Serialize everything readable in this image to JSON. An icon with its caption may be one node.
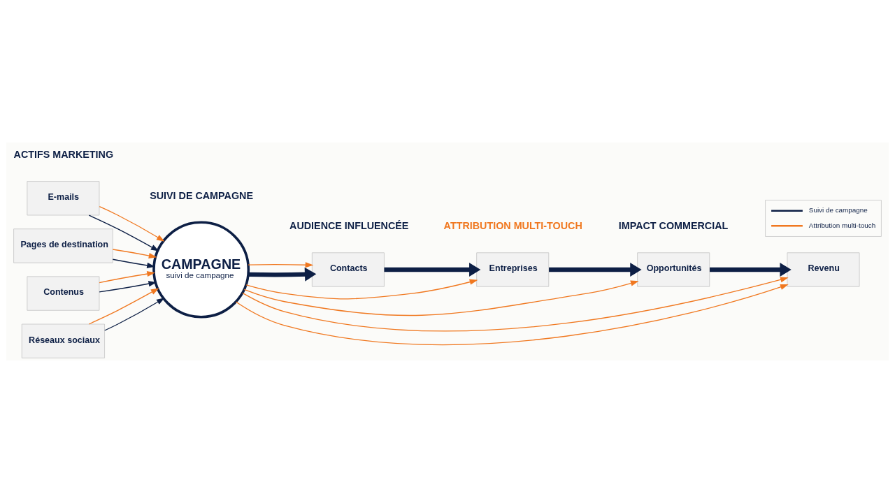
{
  "diagram": {
    "nodes": [
      {
        "text": [
          "E-mails"
        ]
      },
      {
        "text": [
          "Pages de destination"
        ]
      },
      {
        "text": [
          "Contenus"
        ]
      },
      {
        "text": [
          "Réseaux sociaux"
        ]
      },
      {
        "text": [
          "CAMPAGNE",
          "suivi de campagne"
        ]
      },
      {
        "text": [
          "Contacts"
        ]
      },
      {
        "text": [
          "Entreprises"
        ]
      },
      {
        "text": [
          "Opportunités"
        ]
      },
      {
        "text": [
          "Revenu"
        ]
      }
    ],
    "edges": [
      {
        "from": 0,
        "to": 4,
        "arrow": "to",
        "color": "#0d1f45"
      },
      {
        "from": 0,
        "to": 4,
        "arrow": "to",
        "color": "#f07820"
      },
      {
        "from": 1,
        "to": 4,
        "arrow": "to",
        "color": "#0d1f45"
      },
      {
        "from": 1,
        "to": 4,
        "arrow": "to",
        "color": "#f07820"
      },
      {
        "from": 2,
        "to": 4,
        "arrow": "to",
        "color": "#0d1f45"
      },
      {
        "from": 2,
        "to": 4,
        "arrow": "to",
        "color": "#f07820"
      },
      {
        "from": 3,
        "to": 4,
        "arrow": "to",
        "color": "#0d1f45"
      },
      {
        "from": 3,
        "to": 4,
        "arrow": "to",
        "color": "#f07820"
      },
      {
        "from": 4,
        "to": 5,
        "arrow": "to",
        "style": "thick",
        "color": "#0d1f45"
      },
      {
        "from": 5,
        "to": 6,
        "arrow": "to",
        "style": "thick",
        "color": "#0d1f45"
      },
      {
        "from": 6,
        "to": 7,
        "arrow": "to",
        "style": "thick",
        "color": "#0d1f45"
      },
      {
        "from": 7,
        "to": 8,
        "arrow": "to",
        "style": "thick",
        "color": "#0d1f45"
      },
      {
        "from": 4,
        "to": 5,
        "arrow": "to",
        "color": "#f07820"
      },
      {
        "from": 4,
        "to": 6,
        "arrow": "to",
        "color": "#f07820"
      },
      {
        "from": 4,
        "to": 7,
        "arrow": "to",
        "color": "#f07820"
      },
      {
        "from": 4,
        "to": 8,
        "arrow": "to",
        "color": "#f07820"
      },
      {
        "from": 4,
        "to": 8,
        "arrow": "to",
        "color": "#f07820"
      }
    ],
    "labels": [
      "ACTIFS MARKETING",
      "AUDIENCE INFLUENCÉE",
      "IMPACT COMMERCIAL",
      "SUIVI DE CAMPAGNE",
      "ATTRIBUTION MULTI-TOUCH"
    ],
    "legend": [
      {
        "text": "Suivi de campagne"
      },
      {
        "text": "Attribution multi-touch"
      }
    ]
  }
}
